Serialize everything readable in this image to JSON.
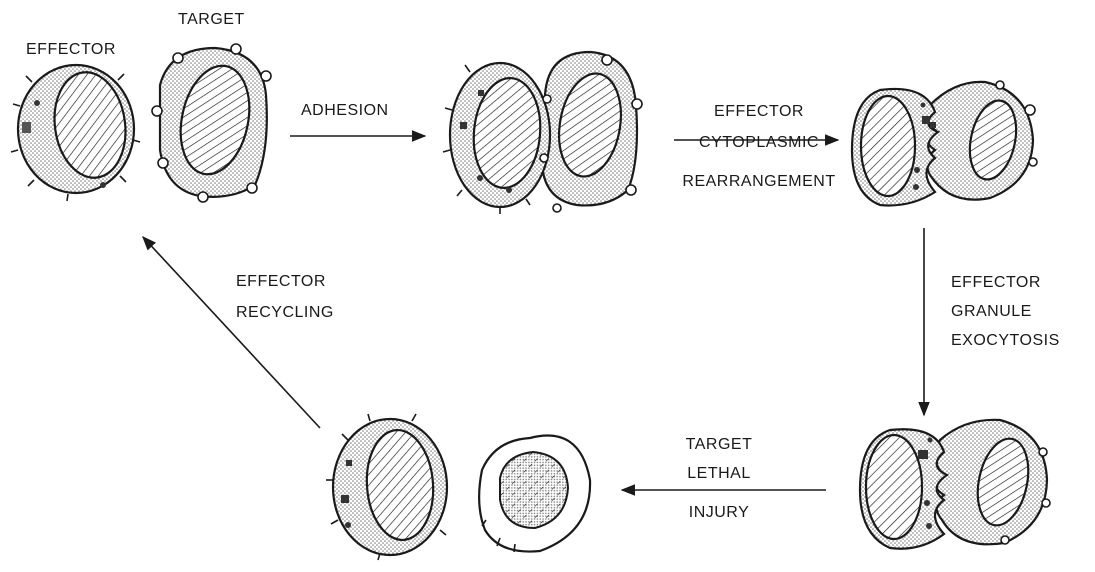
{
  "labels": {
    "effector": "EFFECTOR",
    "target": "TARGET",
    "adhesion": "ADHESION",
    "rearrangement": [
      "EFFECTOR",
      "CYTOPLASMIC",
      "REARRANGEMENT"
    ],
    "exocytosis": [
      "EFFECTOR",
      "GRANULE",
      "EXOCYTOSIS"
    ],
    "lethal_injury": [
      "TARGET",
      "LETHAL",
      "INJURY"
    ],
    "recycling": [
      "EFFECTOR",
      "RECYCLING"
    ]
  },
  "colors": {
    "ink": "#1a1a1a",
    "stipple": "#9a9a9a",
    "background": "#ffffff"
  }
}
